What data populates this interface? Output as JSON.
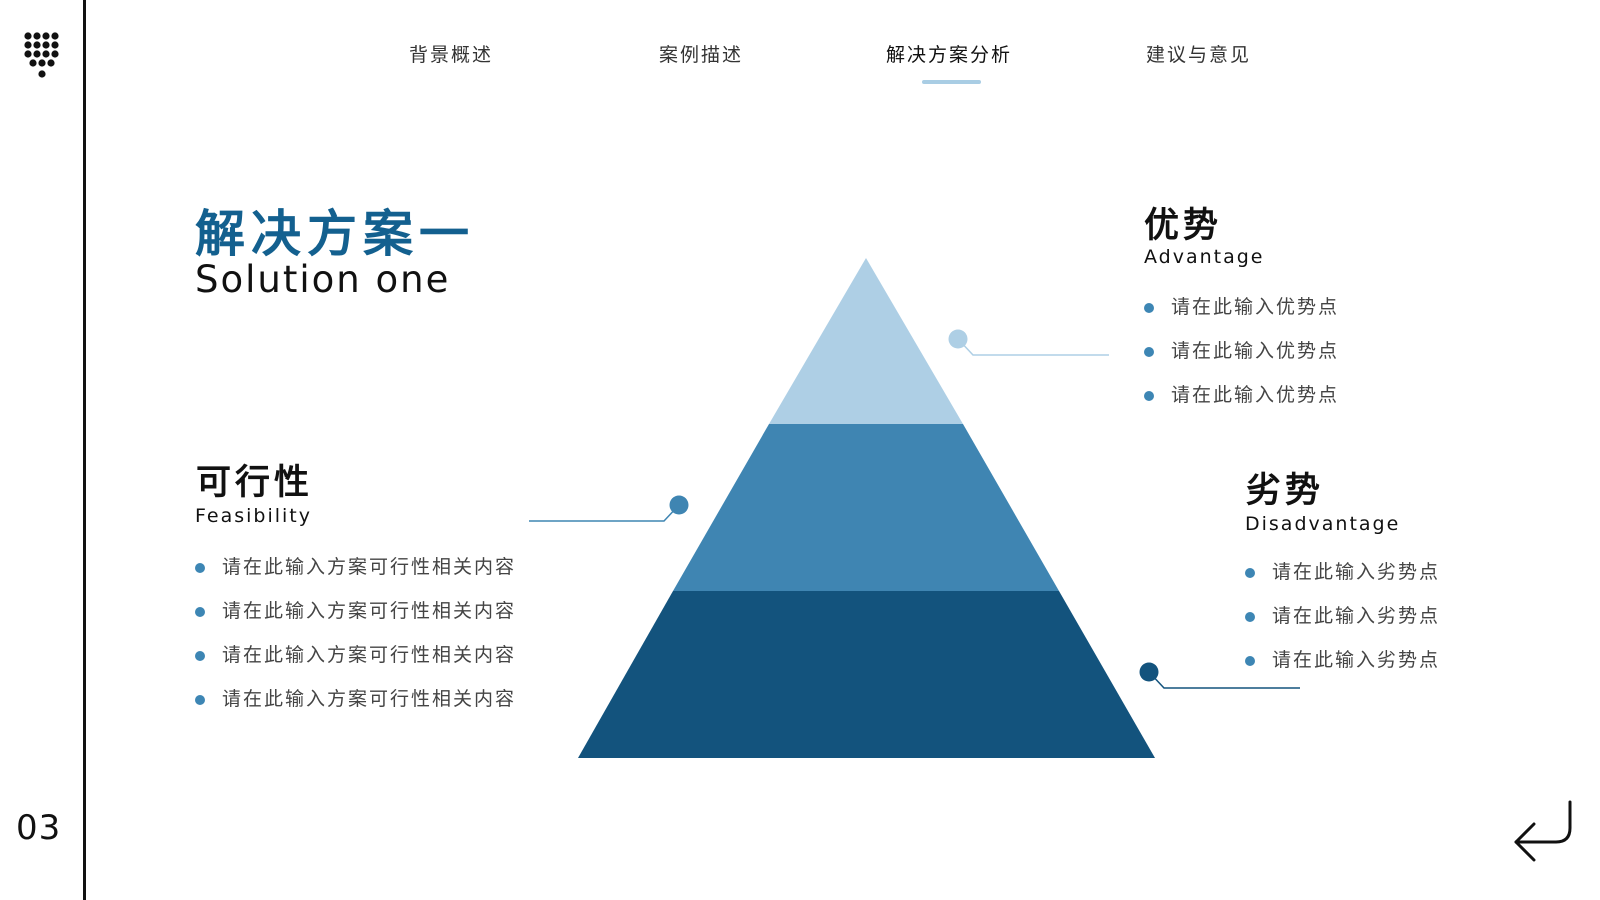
{
  "nav": {
    "items": [
      {
        "label": "背景概述"
      },
      {
        "label": "案例描述"
      },
      {
        "label": "解决方案分析",
        "active": true
      },
      {
        "label": "建议与意见"
      }
    ]
  },
  "page_number": "03",
  "title": {
    "cn": "解决方案一",
    "en": "Solution one"
  },
  "feasibility": {
    "cn": "可行性",
    "en": "Feasibility",
    "items": [
      "请在此输入方案可行性相关内容",
      "请在此输入方案可行性相关内容",
      "请在此输入方案可行性相关内容",
      "请在此输入方案可行性相关内容"
    ]
  },
  "advantage": {
    "cn": "优势",
    "en": "Advantage",
    "items": [
      "请在此输入优势点",
      "请在此输入优势点",
      "请在此输入优势点"
    ]
  },
  "disadvantage": {
    "cn": "劣势",
    "en": "Disadvantage",
    "items": [
      "请在此输入劣势点",
      "请在此输入劣势点",
      "请在此输入劣势点"
    ]
  },
  "colors": {
    "pyramid_top": "#aecfe5",
    "pyramid_mid": "#3f85b2",
    "pyramid_bottom": "#13537d",
    "title_blue": "#13608f",
    "bullet": "#3d86b4"
  },
  "icons": {
    "menu": "dot-grid-icon",
    "back": "return-arrow-icon"
  }
}
